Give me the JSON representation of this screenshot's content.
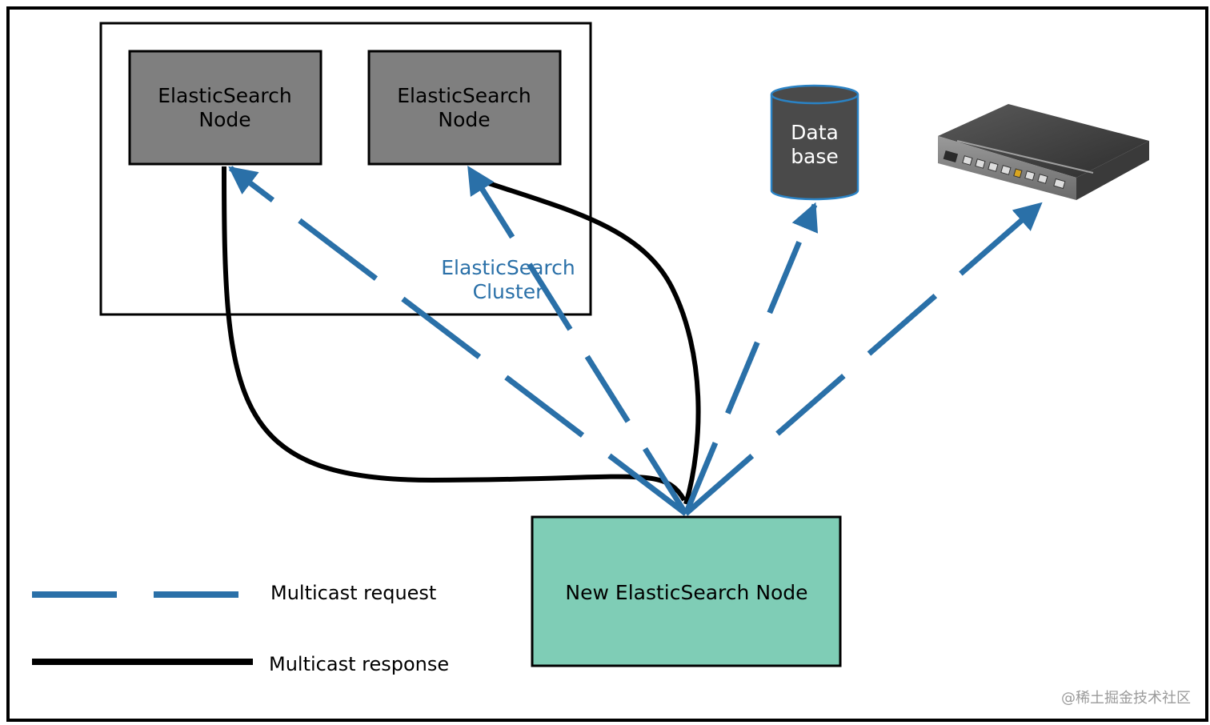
{
  "colors": {
    "request": "#2a70a8",
    "response": "#000000",
    "node_fill": "#7f7f7f",
    "new_node_fill": "#7fcdb6",
    "database_fill": "#4a4a4a",
    "database_stroke": "#2a82c4",
    "cluster_label": "#2a70a8"
  },
  "cluster": {
    "label_line1": "ElasticSearch",
    "label_line2": "Cluster"
  },
  "nodes": [
    {
      "line1": "ElasticSearch",
      "line2": "Node"
    },
    {
      "line1": "ElasticSearch",
      "line2": "Node"
    }
  ],
  "database": {
    "line1": "Data",
    "line2": "base"
  },
  "device": {
    "icon": "network-appliance-icon"
  },
  "new_node": {
    "label": "New ElasticSearch Node"
  },
  "legend": {
    "request_label": "Multicast request",
    "response_label": "Multicast response"
  },
  "watermark": "@稀土掘金技术社区"
}
